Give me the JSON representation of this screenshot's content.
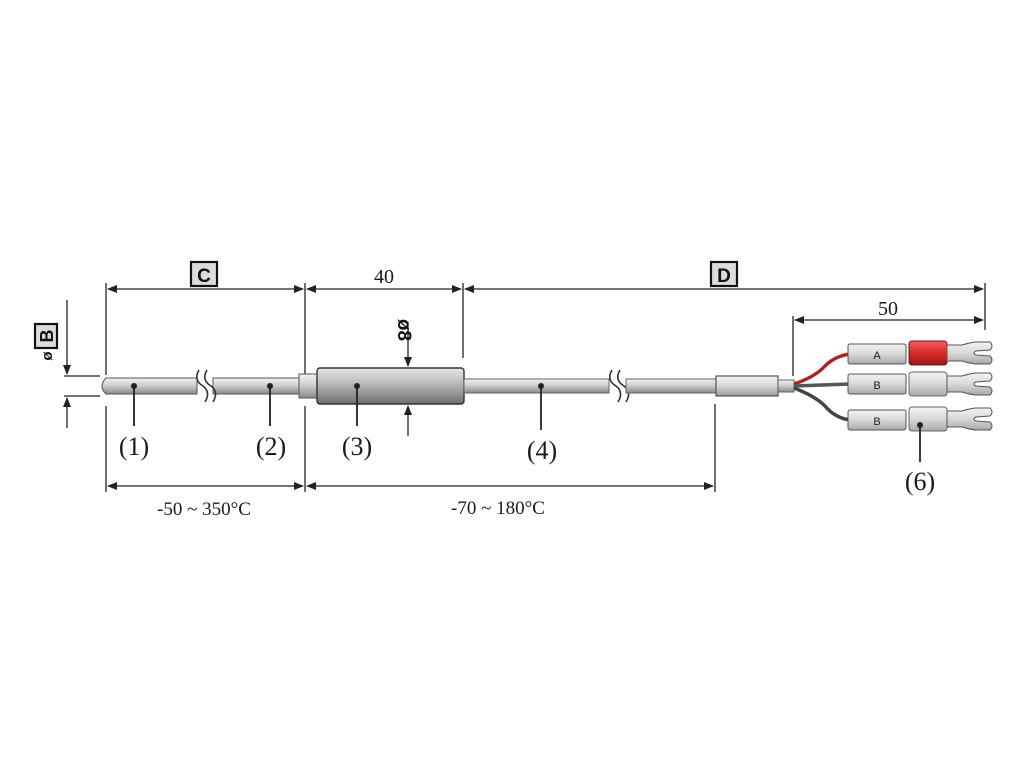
{
  "dimensions": {
    "top_left": "C",
    "top_mid": "40",
    "top_right": "D",
    "top_far_right": "50",
    "diameter_left": "B",
    "diameter_left_prefix": "ø",
    "diameter_mid": "ø8"
  },
  "ranges": {
    "left": "-50 ~ 350°C",
    "right": "-70 ~ 180°C"
  },
  "callouts": [
    "(1)",
    "(2)",
    "(3)",
    "(4)",
    "(6)"
  ],
  "wires": [
    {
      "label": "A",
      "color": "#d92b2b"
    },
    {
      "label": "B",
      "color": "#555555"
    },
    {
      "label": "B",
      "color": "#555555"
    }
  ]
}
